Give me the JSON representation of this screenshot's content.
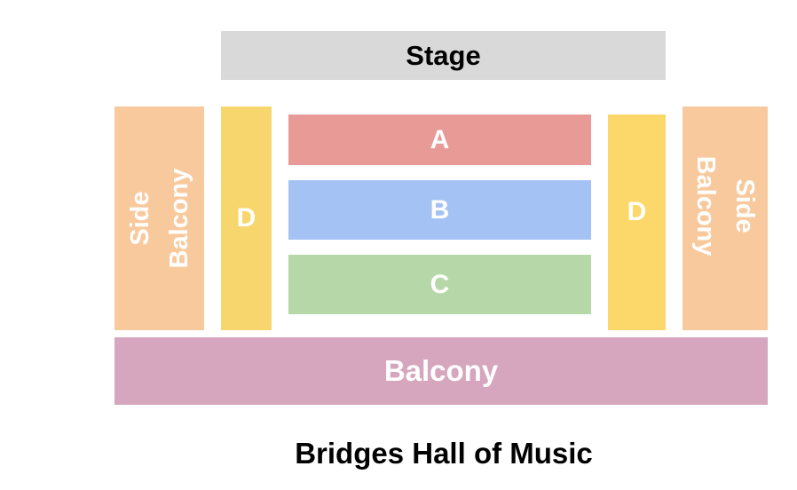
{
  "venue": {
    "title": "Bridges Hall of Music"
  },
  "sections": {
    "stage": {
      "label": "Stage",
      "color": "#d9d9d9"
    },
    "a": {
      "label": "A",
      "color": "#e89a97"
    },
    "b": {
      "label": "B",
      "color": "#a4c2f4"
    },
    "c": {
      "label": "C",
      "color": "#b6d7a8"
    },
    "d_left": {
      "label": "D",
      "color": "#f8d66e"
    },
    "d_right": {
      "label": "D",
      "color": "#fcd86a"
    },
    "side_left": {
      "line1": "Side",
      "line2": "Balcony",
      "color": "#f8c99c"
    },
    "side_right": {
      "line1": "Side",
      "line2": "Balcony",
      "color": "#f8c99c"
    },
    "balcony": {
      "label": "Balcony",
      "color": "#d5a6bd"
    }
  }
}
